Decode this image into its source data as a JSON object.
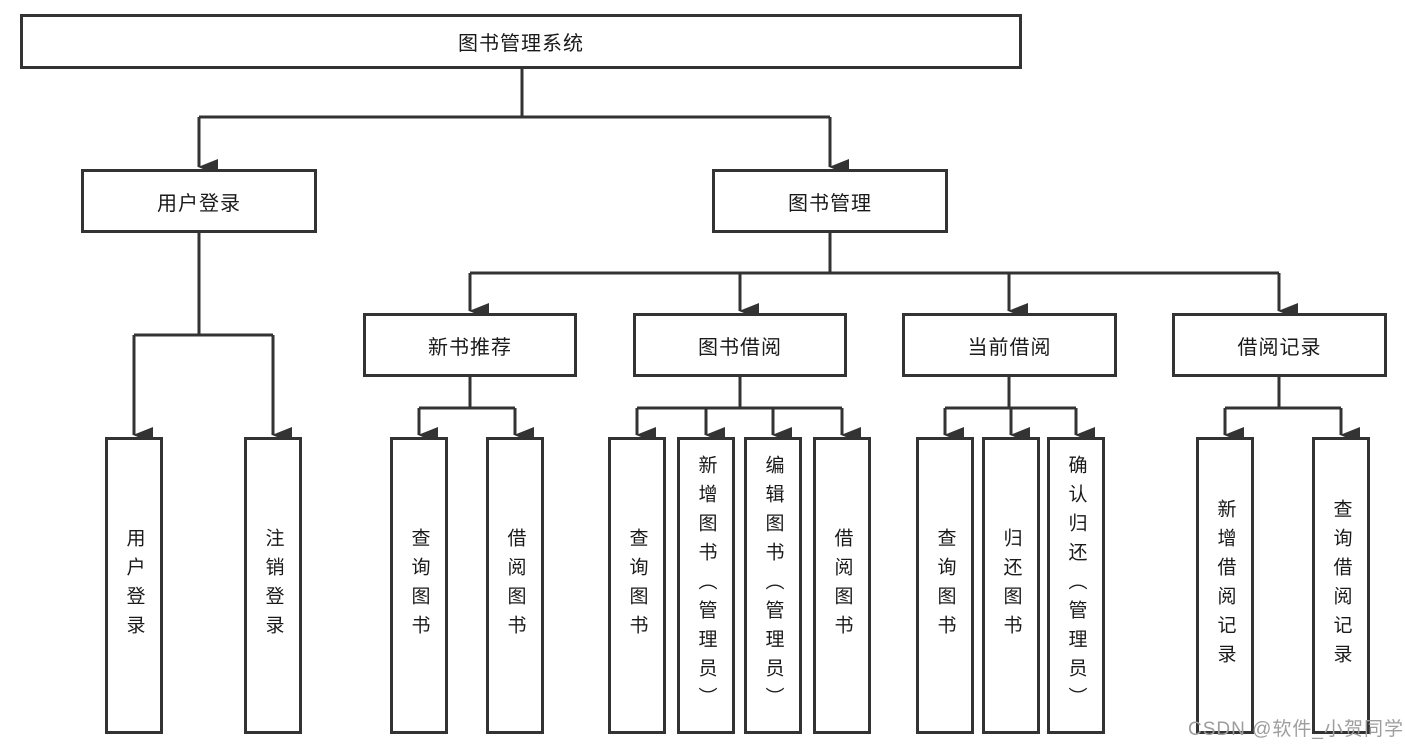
{
  "nodes": {
    "root": "图书管理系统",
    "level2": [
      "用户登录",
      "图书管理"
    ],
    "level3": [
      "新书推荐",
      "图书借阅",
      "当前借阅",
      "借阅记录"
    ],
    "leaves": {
      "user_login": [
        "用户登录",
        "注销登录"
      ],
      "new_book_recommendation": [
        "查询图书",
        "借阅图书"
      ],
      "book_borrowing": [
        "查询图书",
        "新增图书（管理员）",
        "编辑图书（管理员）",
        "借阅图书"
      ],
      "current_borrowing": [
        "查询图书",
        "归还图书",
        "确认归还（管理员）"
      ],
      "borrowing_records": [
        "新增借阅记录",
        "查询借阅记录"
      ]
    }
  },
  "watermark": {
    "text": "CSDN @软件_小贺同学",
    "color": "#9e9e9e"
  },
  "colors": {
    "line": "#333333",
    "box_border": "#333333",
    "box_fill": "#ffffff",
    "text": "#1a1a1a",
    "background": "#ffffff"
  }
}
